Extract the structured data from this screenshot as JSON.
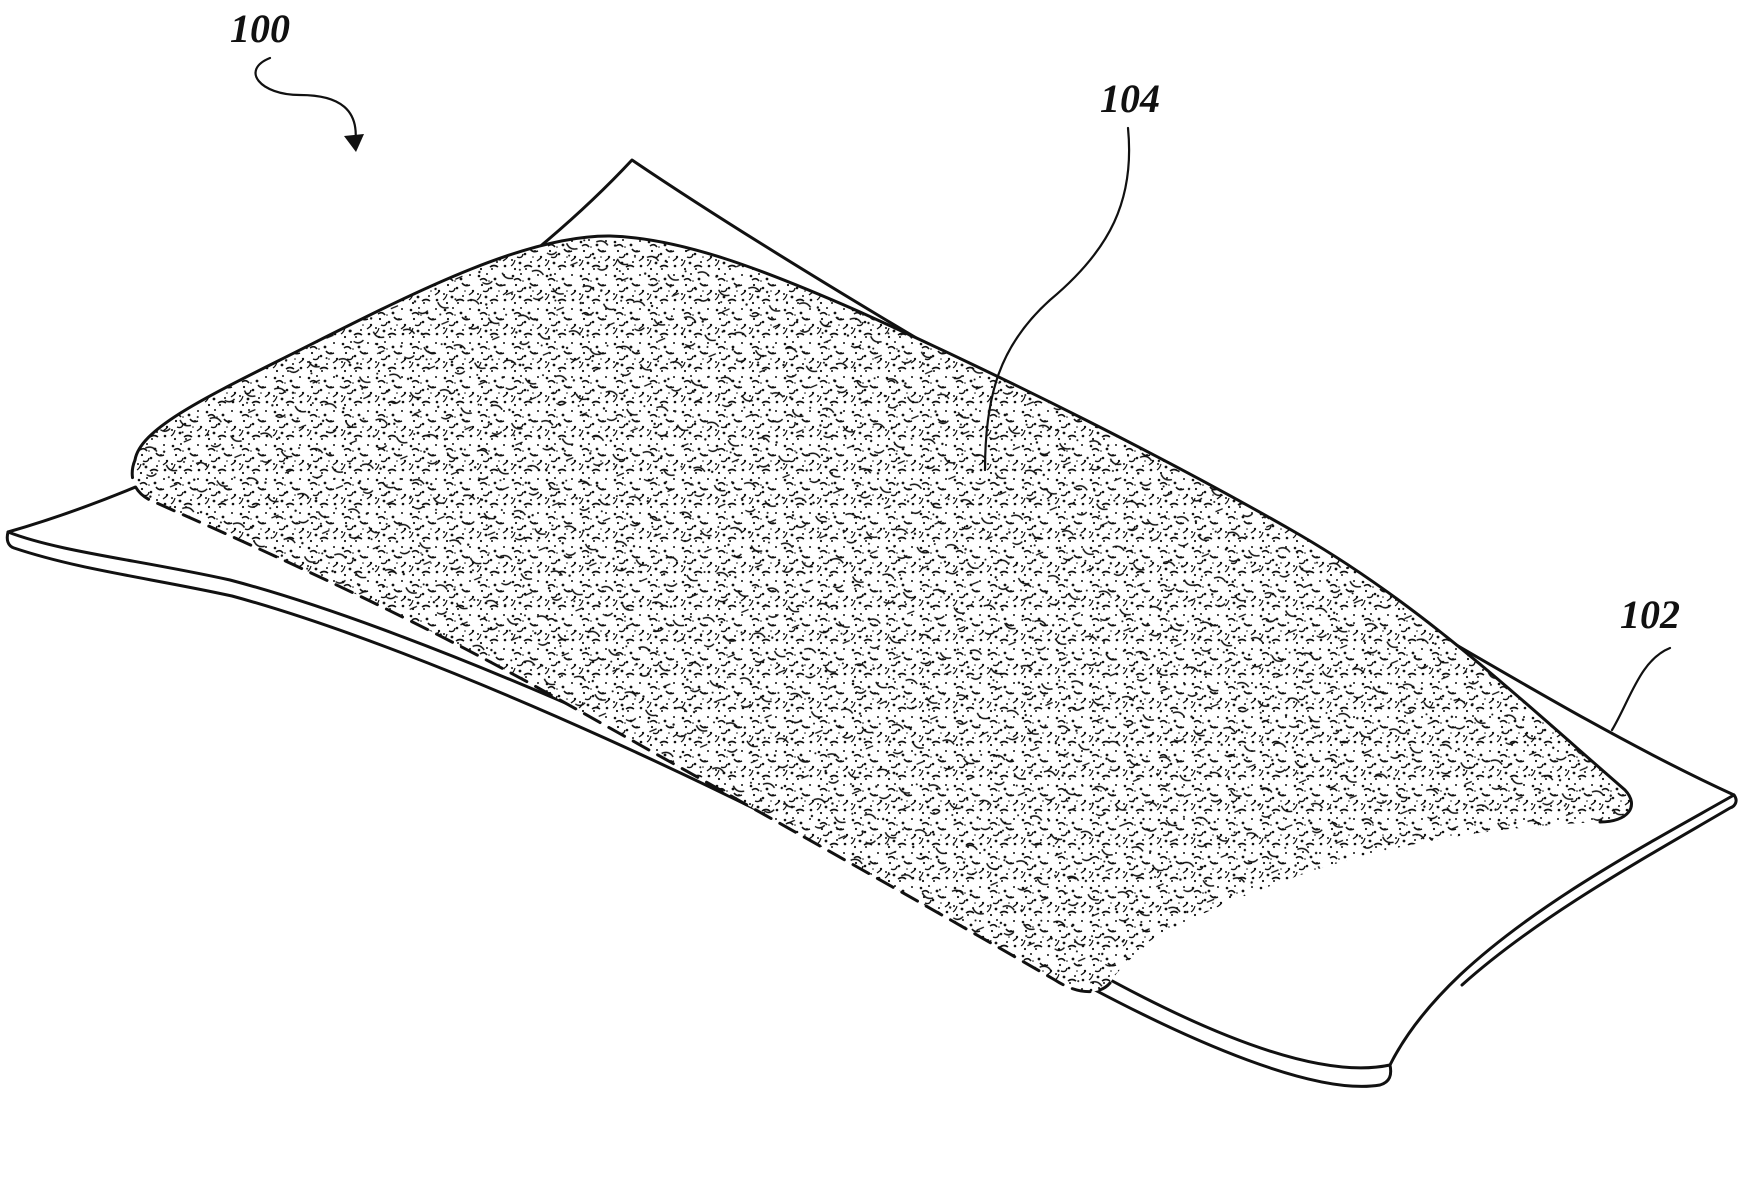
{
  "figure": {
    "labels": {
      "assembly": "100",
      "backing_sheet": "102",
      "textured_layer": "104"
    },
    "colors": {
      "ink": "#111111",
      "paper": "#ffffff"
    }
  }
}
